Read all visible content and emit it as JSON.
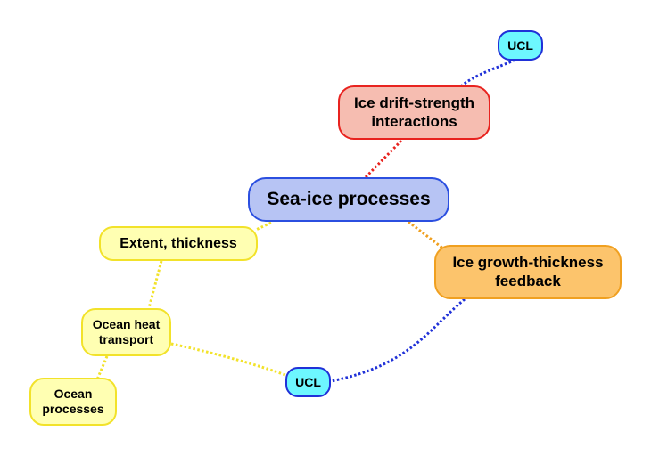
{
  "diagram": {
    "nodes": {
      "main": {
        "label": "Sea-ice processes",
        "fill": "#b7c4f4",
        "border": "#2b4fe0"
      },
      "drift": {
        "line1": "Ice drift-strength",
        "line2": "interactions",
        "fill": "#f6bdb1",
        "border": "#e8231f"
      },
      "ucl_top": {
        "label": "UCL",
        "fill": "#6df7ff",
        "border": "#2031d8"
      },
      "growth": {
        "line1": "Ice growth-thickness",
        "line2": "feedback",
        "fill": "#fcc46c",
        "border": "#f0a020"
      },
      "extent": {
        "label": "Extent, thickness",
        "fill": "#ffffb2",
        "border": "#f2e22a"
      },
      "heat": {
        "line1": "Ocean heat",
        "line2": "transport",
        "fill": "#ffffb2",
        "border": "#f2e22a"
      },
      "ucl_bottom": {
        "label": "UCL",
        "fill": "#6df7ff",
        "border": "#2031d8"
      },
      "ocean": {
        "line1": "Ocean",
        "line2": "processes",
        "fill": "#ffffb2",
        "border": "#f2e22a"
      }
    },
    "edges": [
      {
        "from": "main",
        "to": "drift",
        "color": "#e8231f",
        "style": "dotted"
      },
      {
        "from": "drift",
        "to": "ucl_top",
        "color": "#2031d8",
        "style": "dotted"
      },
      {
        "from": "main",
        "to": "growth",
        "color": "#f0a020",
        "style": "dotted"
      },
      {
        "from": "growth",
        "to": "ucl_bottom",
        "color": "#2031d8",
        "style": "dotted"
      },
      {
        "from": "main",
        "to": "extent",
        "color": "#f2e22a",
        "style": "dotted"
      },
      {
        "from": "extent",
        "to": "heat",
        "color": "#f2e22a",
        "style": "dotted"
      },
      {
        "from": "heat",
        "to": "ucl_bottom",
        "color": "#f2e22a",
        "style": "dotted"
      },
      {
        "from": "heat",
        "to": "ocean",
        "color": "#f2e22a",
        "style": "dotted"
      }
    ]
  }
}
